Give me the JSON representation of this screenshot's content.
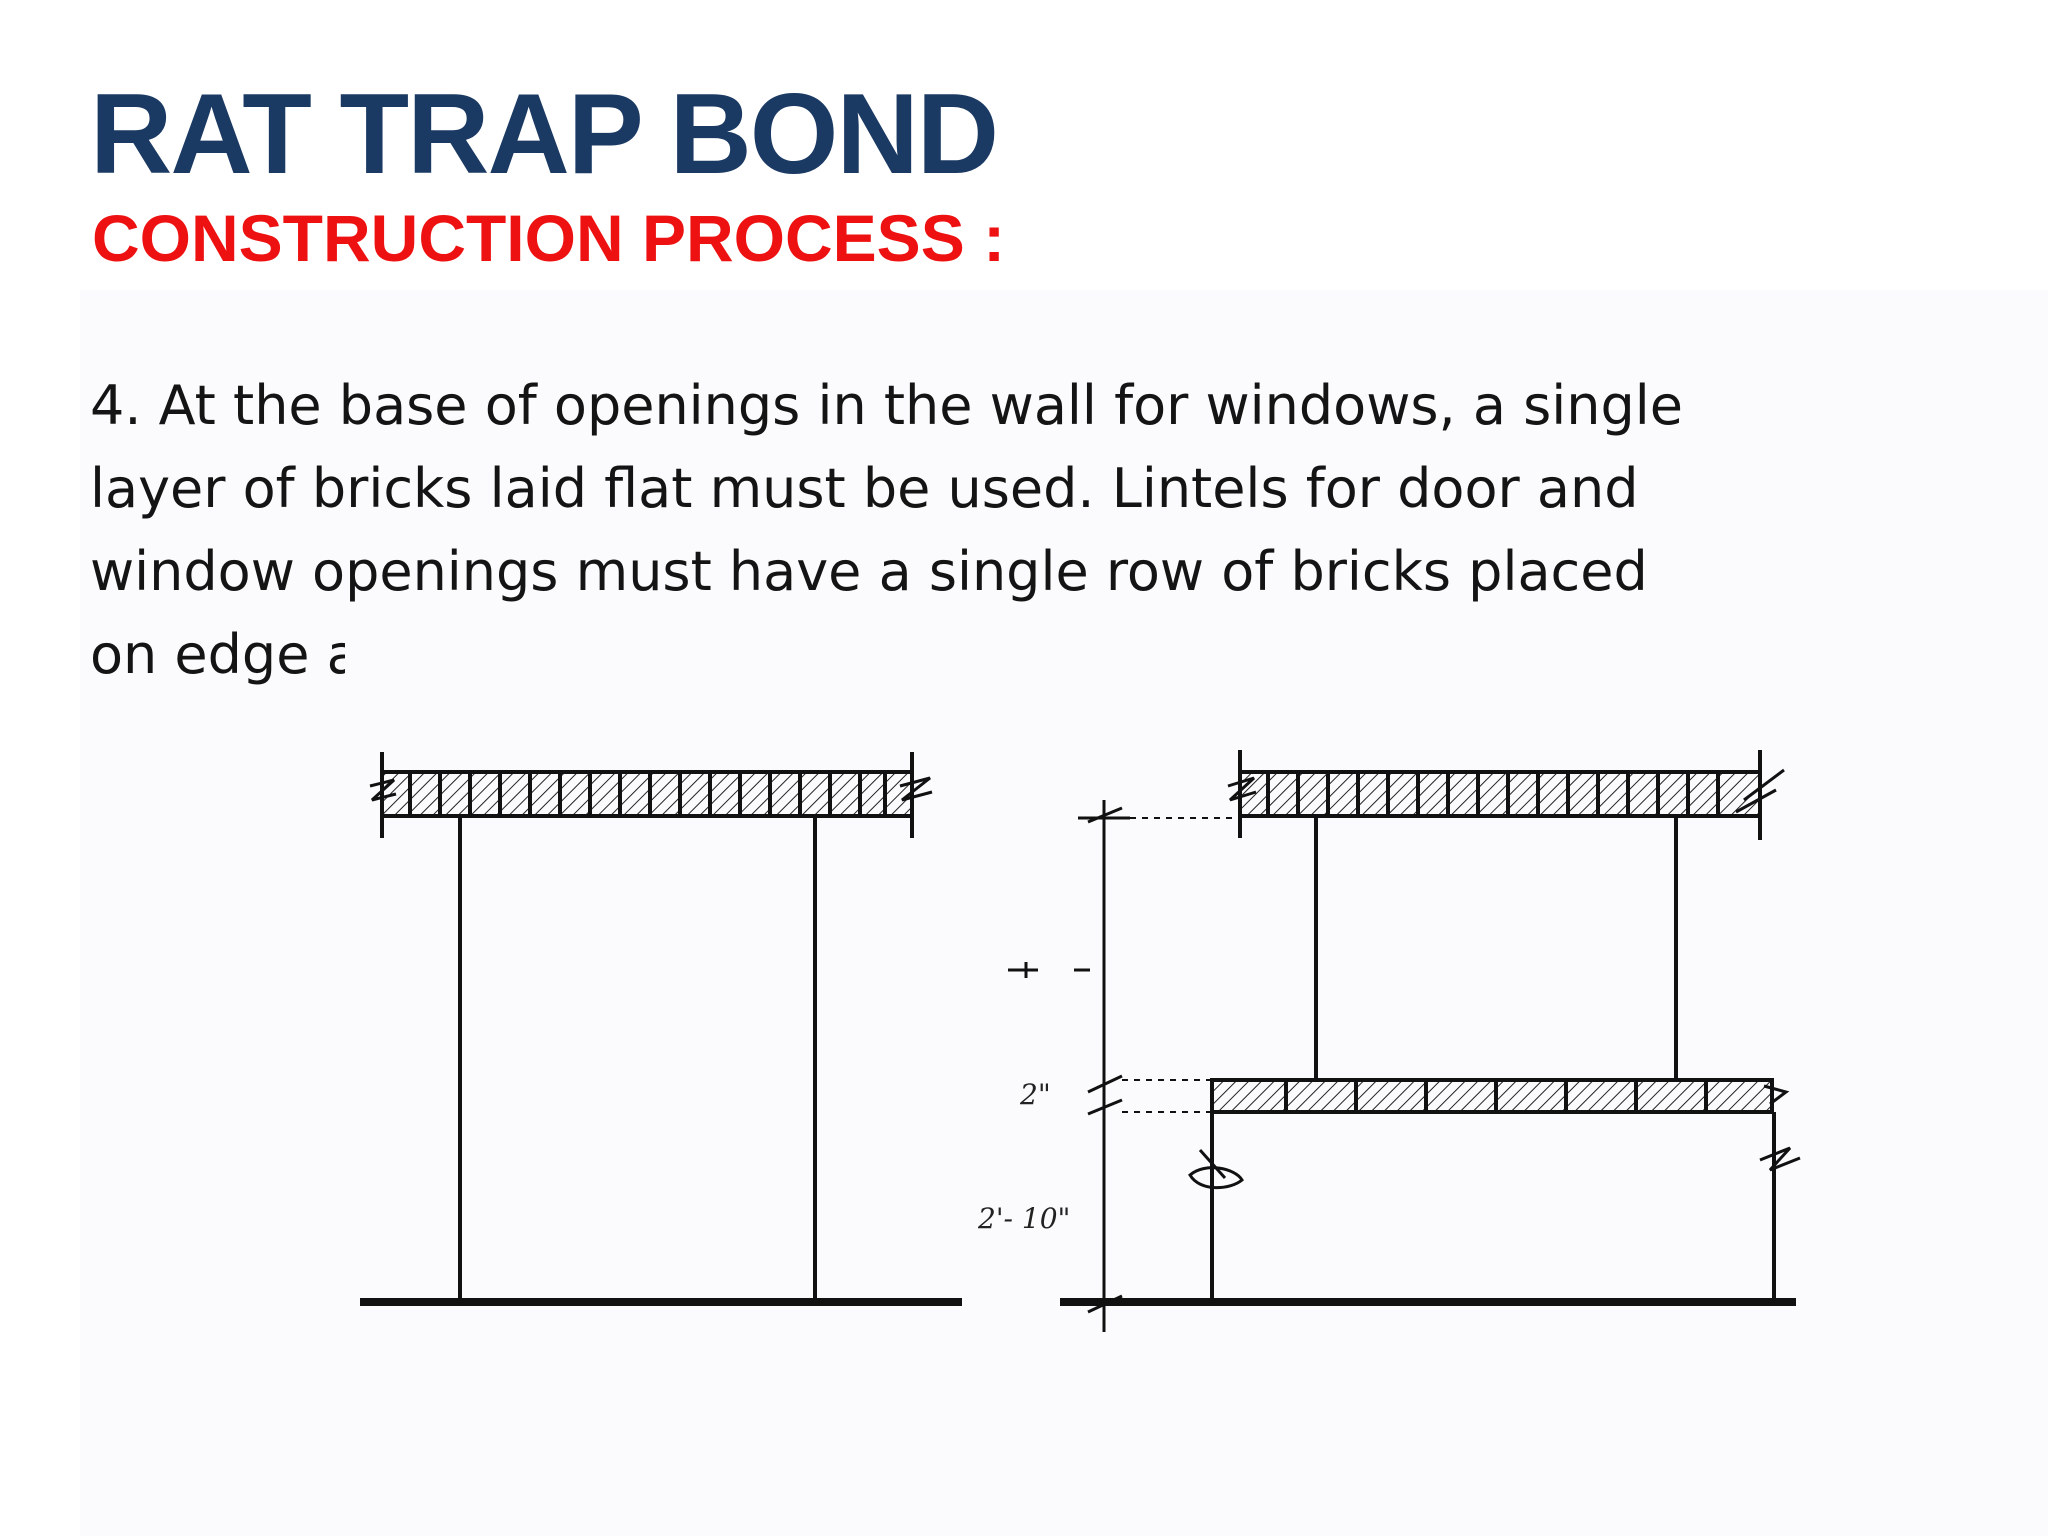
{
  "slide": {
    "title": "RAT TRAP BOND",
    "subtitle": "CONSTRUCTION PROCESS :",
    "body_lines": [
      "4. At the base of openings in the wall for windows, a single",
      "layer of bricks laid flat must be used. Lintels for door and",
      "window openings must have a single row of bricks placed",
      "on edge a"
    ]
  },
  "figure": {
    "dimension_labels": {
      "sill_thickness": "2\"",
      "sill_height": "2'- 10\""
    }
  },
  "colors": {
    "title": "#1b3a63",
    "subtitle": "#ee1111",
    "body_text": "#141414",
    "linework": "#111111"
  }
}
